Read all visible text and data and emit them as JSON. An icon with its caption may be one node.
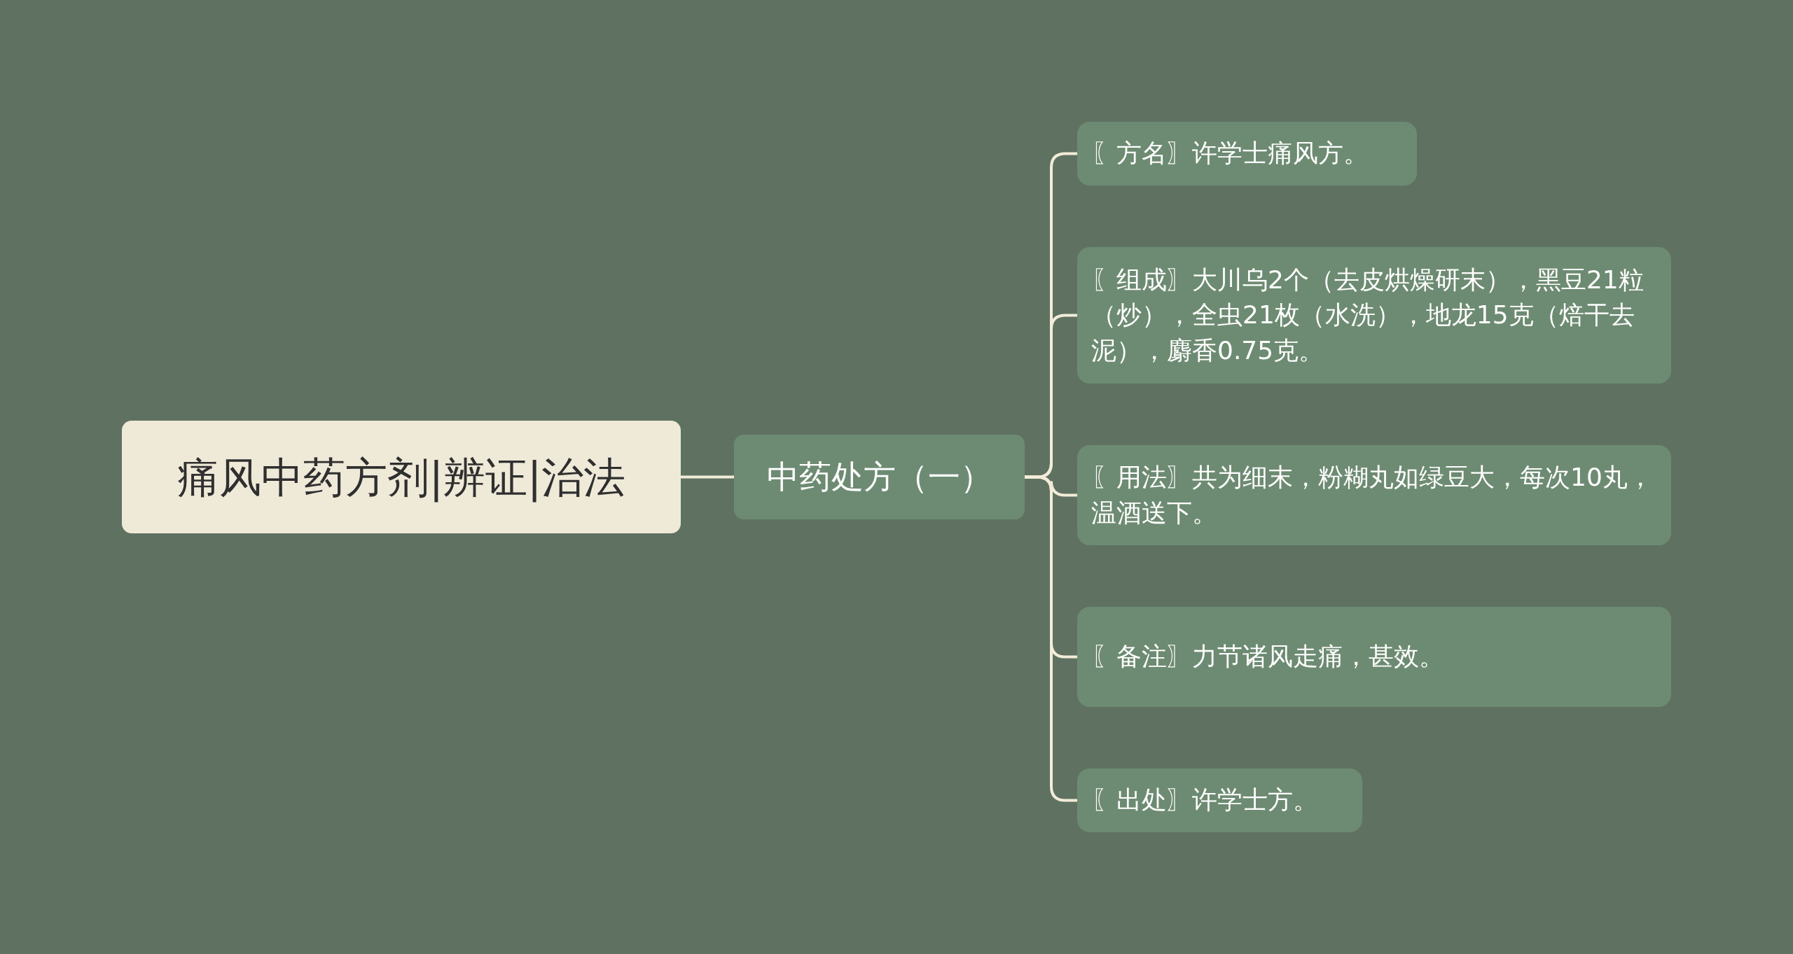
{
  "diagram": {
    "nodes": [
      {
        "text": [
          "痛风中药方剂|辨证|治法"
        ]
      },
      {
        "text": [
          "中药处方（一）"
        ]
      },
      {
        "text": [
          "〖方名〗许学士痛风方。"
        ]
      },
      {
        "text": [
          "〖组成〗大川乌2个（去皮烘燥研末），黑豆21粒（炒），全虫21枚（水洗），地龙15克（焙干去泥），麝香0.75克。"
        ]
      },
      {
        "text": [
          "〖用法〗共为细末，粉糊丸如绿豆大，每次10丸，温酒送下。"
        ]
      },
      {
        "text": [
          "〖备注〗力节诸风走痛，甚效。"
        ]
      },
      {
        "text": [
          "〖出处〗许学士方。"
        ]
      }
    ],
    "edges": [
      {
        "from": 0,
        "to": 1,
        "arrow": "none"
      },
      {
        "from": 1,
        "to": 2,
        "arrow": "none"
      },
      {
        "from": 1,
        "to": 3,
        "arrow": "none"
      },
      {
        "from": 1,
        "to": 4,
        "arrow": "none"
      },
      {
        "from": 1,
        "to": 5,
        "arrow": "none"
      },
      {
        "from": 1,
        "to": 6,
        "arrow": "none"
      }
    ]
  }
}
